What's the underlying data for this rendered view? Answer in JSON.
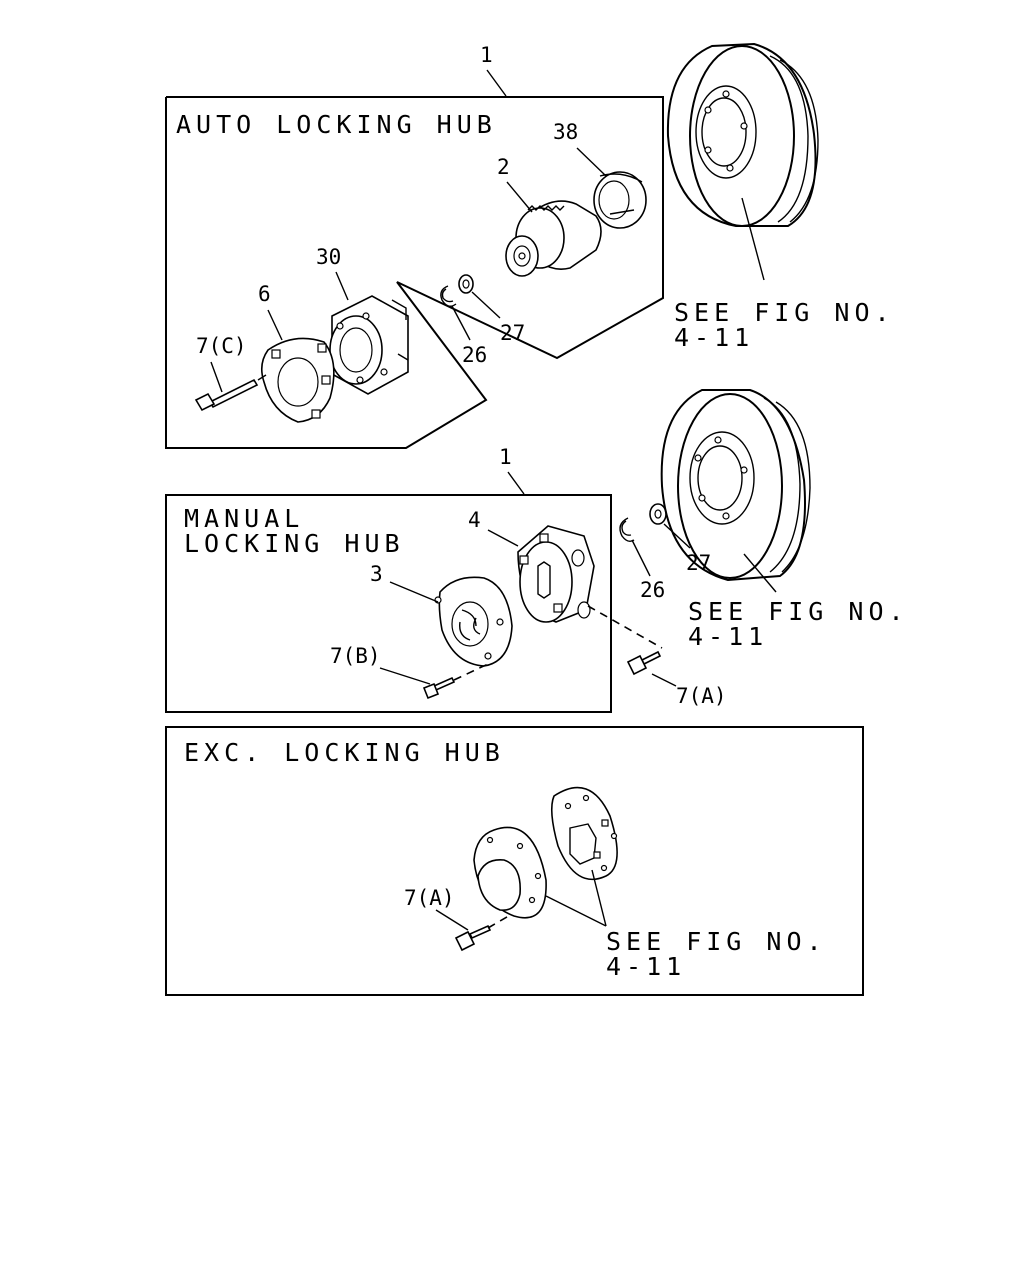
{
  "panels": {
    "auto": {
      "title": "AUTO LOCKING HUB",
      "callouts": {
        "assembly": "1",
        "p38": "38",
        "p2": "2",
        "p30": "30",
        "p6": "6",
        "p7c": "7(C)",
        "p26": "26",
        "p27": "27"
      },
      "see_fig": {
        "line1": "SEE FIG NO.",
        "line2": "4-11"
      }
    },
    "manual": {
      "title_line1": "MANUAL",
      "title_line2": "LOCKING HUB",
      "callouts": {
        "assembly": "1",
        "p4": "4",
        "p3": "3",
        "p7b": "7(B)",
        "p7a": "7(A)",
        "p26": "26",
        "p27": "27"
      },
      "see_fig": {
        "line1": "SEE FIG NO.",
        "line2": "4-11"
      }
    },
    "exc": {
      "title": "EXC. LOCKING HUB",
      "callouts": {
        "p7a": "7(A)"
      },
      "see_fig": {
        "line1": "SEE FIG NO.",
        "line2": "4-11"
      }
    }
  }
}
